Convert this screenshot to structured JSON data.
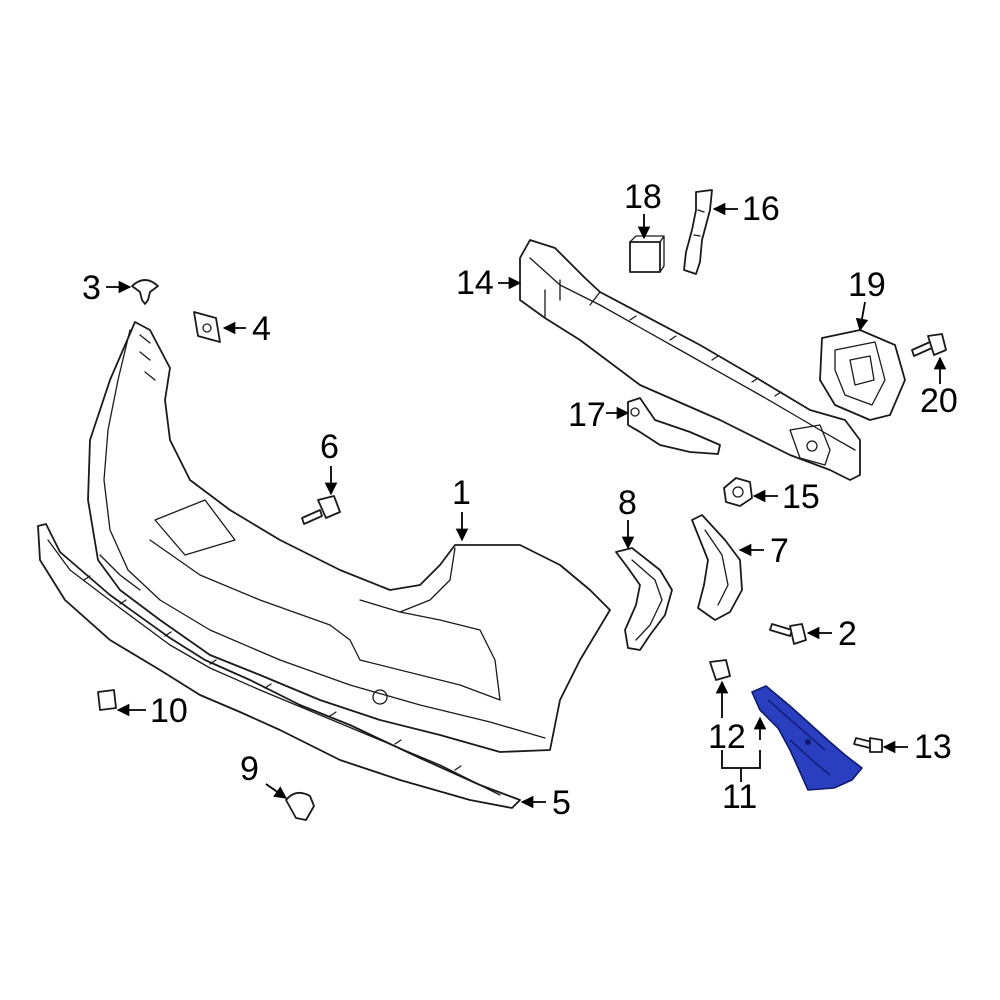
{
  "colors": {
    "outline": "#1a1a1a",
    "background": "#ffffff",
    "highlight_fill": "#2a3fbf",
    "highlight_stroke": "#0e1a6e"
  },
  "parts": [
    {
      "id": "p1",
      "label": "1",
      "name": "bumper-cover"
    },
    {
      "id": "p2",
      "label": "2",
      "name": "bolt"
    },
    {
      "id": "p3",
      "label": "3",
      "name": "push-clip"
    },
    {
      "id": "p4",
      "label": "4",
      "name": "clip-nut"
    },
    {
      "id": "p5",
      "label": "5",
      "name": "lower-valance"
    },
    {
      "id": "p6",
      "label": "6",
      "name": "bolt"
    },
    {
      "id": "p7",
      "label": "7",
      "name": "side-bracket"
    },
    {
      "id": "p8",
      "label": "8",
      "name": "side-bracket"
    },
    {
      "id": "p9",
      "label": "9",
      "name": "tow-hook-cap"
    },
    {
      "id": "p10",
      "label": "10",
      "name": "clip"
    },
    {
      "id": "p11",
      "label": "11",
      "name": "bracket-assembly"
    },
    {
      "id": "p12",
      "label": "12",
      "name": "clip"
    },
    {
      "id": "p13",
      "label": "13",
      "name": "screw"
    },
    {
      "id": "p14",
      "label": "14",
      "name": "impact-bar"
    },
    {
      "id": "p15",
      "label": "15",
      "name": "nut"
    },
    {
      "id": "p16",
      "label": "16",
      "name": "bracket"
    },
    {
      "id": "p17",
      "label": "17",
      "name": "bracket"
    },
    {
      "id": "p18",
      "label": "18",
      "name": "absorber-pad"
    },
    {
      "id": "p19",
      "label": "19",
      "name": "mount-bracket"
    },
    {
      "id": "p20",
      "label": "20",
      "name": "bolt"
    }
  ]
}
